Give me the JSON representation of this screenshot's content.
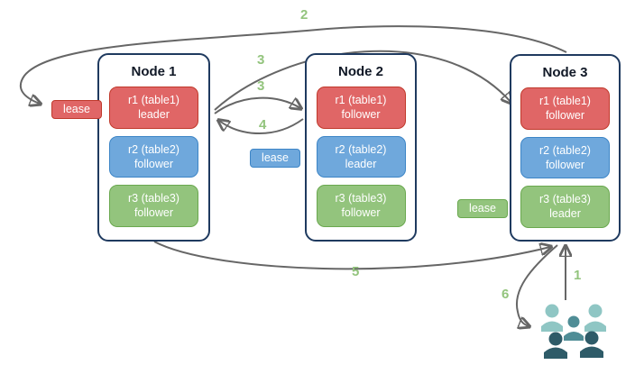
{
  "nodes": [
    {
      "title": "Node 1",
      "replicas": [
        {
          "label": "r1 (table1)",
          "role": "leader",
          "color": "red"
        },
        {
          "label": "r2 (table2)",
          "role": "follower",
          "color": "blue"
        },
        {
          "label": "r3 (table3)",
          "role": "follower",
          "color": "green"
        }
      ]
    },
    {
      "title": "Node 2",
      "replicas": [
        {
          "label": "r1 (table1)",
          "role": "follower",
          "color": "red"
        },
        {
          "label": "r2 (table2)",
          "role": "leader",
          "color": "blue"
        },
        {
          "label": "r3 (table3)",
          "role": "follower",
          "color": "green"
        }
      ]
    },
    {
      "title": "Node 3",
      "replicas": [
        {
          "label": "r1 (table1)",
          "role": "follower",
          "color": "red"
        },
        {
          "label": "r2 (table2)",
          "role": "follower",
          "color": "blue"
        },
        {
          "label": "r3 (table3)",
          "role": "leader",
          "color": "green"
        }
      ]
    }
  ],
  "leases": [
    {
      "label": "lease",
      "color": "red",
      "near": "Node 1 r1 leader"
    },
    {
      "label": "lease",
      "color": "blue",
      "near": "Node 2 r2 leader"
    },
    {
      "label": "lease",
      "color": "green",
      "near": "Node 3 r3 leader"
    }
  ],
  "steps": {
    "s1": "1",
    "s2": "2",
    "s3a": "3",
    "s3b": "3",
    "s4": "4",
    "s5": "5",
    "s6": "6"
  },
  "arrows": [
    {
      "label": "1",
      "from": "users",
      "to": "Node 3 bottom"
    },
    {
      "label": "2",
      "from": "Node 3 top",
      "to": "red lease at Node 1"
    },
    {
      "label": "3",
      "from": "Node 1 r1 leader",
      "to": "Node 3 r1 follower"
    },
    {
      "label": "3",
      "from": "Node 1 r1 leader",
      "to": "Node 2 r1 follower"
    },
    {
      "label": "4",
      "from": "Node 2 r1 follower",
      "to": "Node 1 r1 leader"
    },
    {
      "label": "5",
      "from": "Node 1 bottom",
      "to": "Node 3 bottom"
    },
    {
      "label": "6",
      "from": "Node 3 bottom",
      "to": "users"
    }
  ],
  "colors": {
    "replica_red_fill": "#e06666",
    "replica_red_border": "#c0392b",
    "replica_blue_fill": "#6fa8dc",
    "replica_blue_border": "#3d85c6",
    "replica_green_fill": "#93c47d",
    "replica_green_border": "#6aa84f",
    "node_border": "#1f3a5f",
    "arrow_gray": "#666666",
    "step_green": "#93c47d",
    "users_light_teal": "#8fc6c4",
    "users_mid_teal": "#4f8d96",
    "users_dark_slate": "#2e5b68"
  }
}
